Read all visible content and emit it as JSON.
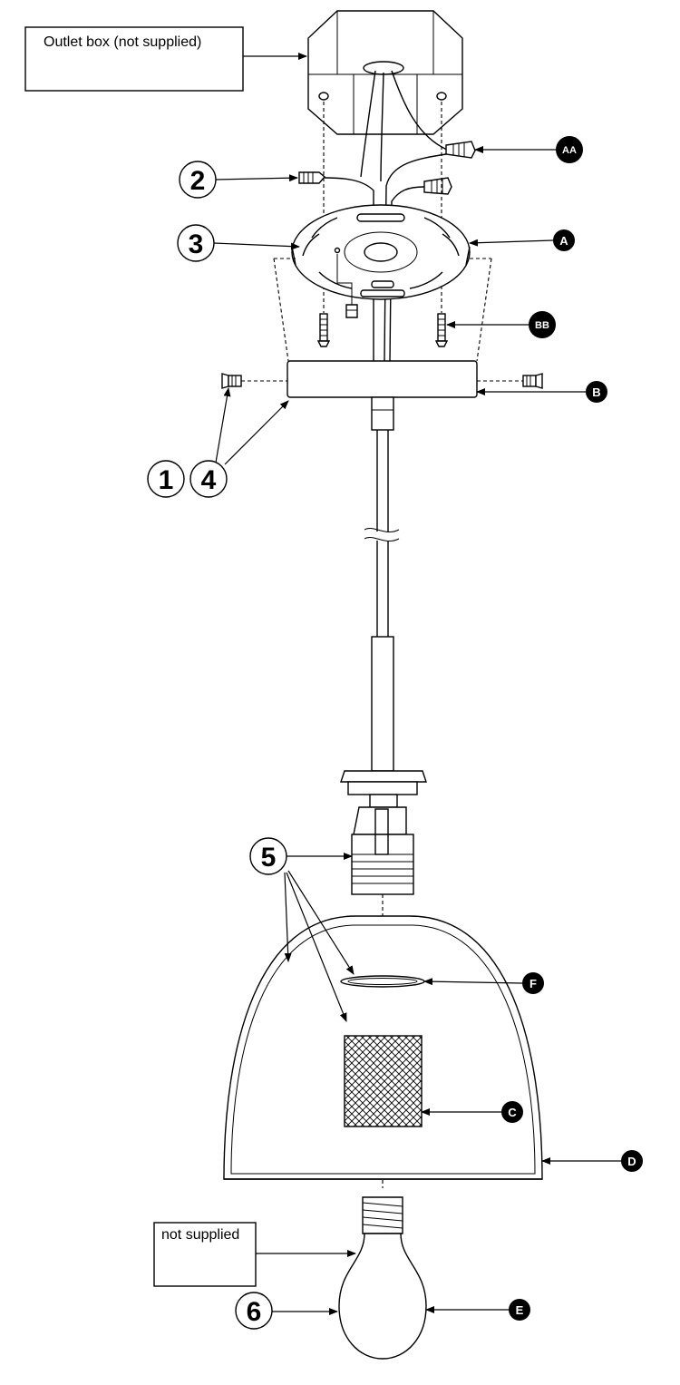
{
  "labels": {
    "outlet_box": "Outlet box (not supplied)",
    "not_supplied": "not supplied"
  },
  "steps": [
    "1",
    "2",
    "3",
    "4",
    "5",
    "6"
  ],
  "parts": {
    "AA": "AA",
    "A": "A",
    "BB": "BB",
    "B": "B",
    "C": "C",
    "D": "D",
    "E": "E",
    "F": "F"
  }
}
